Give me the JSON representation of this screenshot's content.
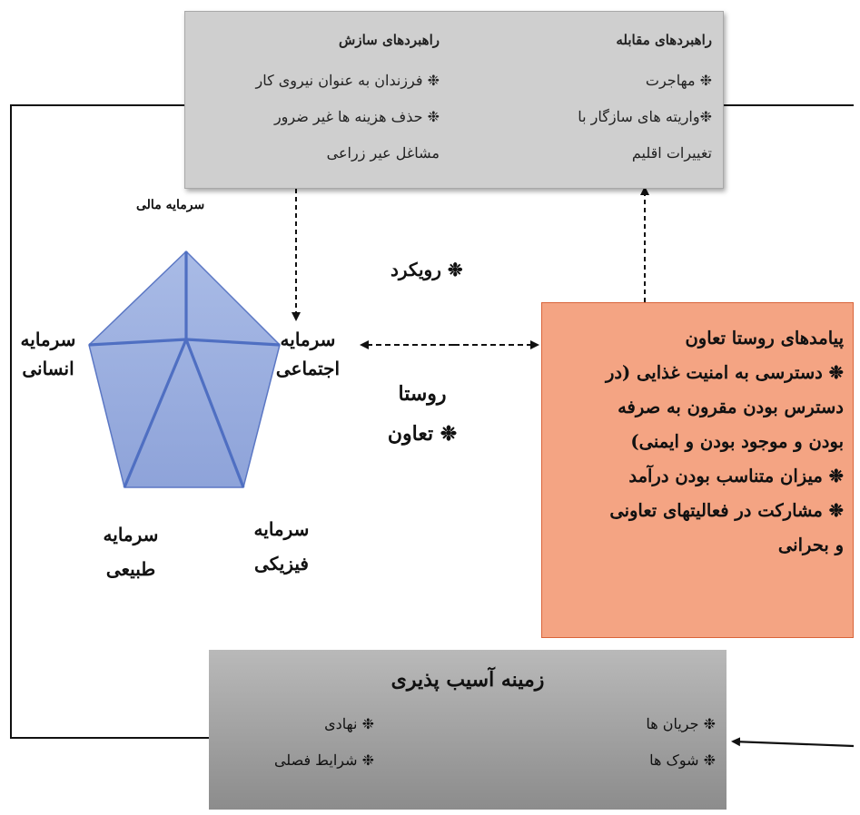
{
  "strategies": {
    "coping": {
      "title": "راهبردهای مقابله",
      "lines": [
        "❉ مهاجرت",
        "❉واریته های  سازگار با",
        "تغییرات اقلیم"
      ]
    },
    "adaptation": {
      "title": "راهبردهای سازش",
      "lines": [
        "❉ فرزندان به عنوان نیروی کار",
        "❉ حذف هزینه ها غیر ضرور",
        "مشاغل عیر زراعی"
      ]
    }
  },
  "capitals": {
    "financial": "سرمایه مالی",
    "human_1": "سرمایه",
    "human_2": "انسانی",
    "social_1": "سرمایه",
    "social_2": "اجتماعی",
    "natural_1": "سرمایه",
    "natural_2": "طبیعی",
    "physical_1": "سرمایه",
    "physical_2": "فیزیکی"
  },
  "approach": "❉ رویکرد",
  "village": {
    "line1": "روستا",
    "line2": "❉ تعاون"
  },
  "outcomes": {
    "title": "پیامدهای روستا تعاون",
    "lines": [
      "❉ دسترسی به امنیت غذایی (در",
      "دسترس بودن مقرون به صرفه",
      "بودن و موجود بودن و ایمنی)",
      "❉ میزان متناسب بودن درآمد",
      "❉ مشارکت در فعالیتهای تعاونی",
      "و بحرانی"
    ]
  },
  "vulnerability": {
    "title": "زمینه آسیب پذیری",
    "right_items": [
      "❉ جریان ها",
      "❉ شوک ها"
    ],
    "left_items": [
      "❉  نهادی",
      "❉ شرایط فصلی"
    ]
  }
}
